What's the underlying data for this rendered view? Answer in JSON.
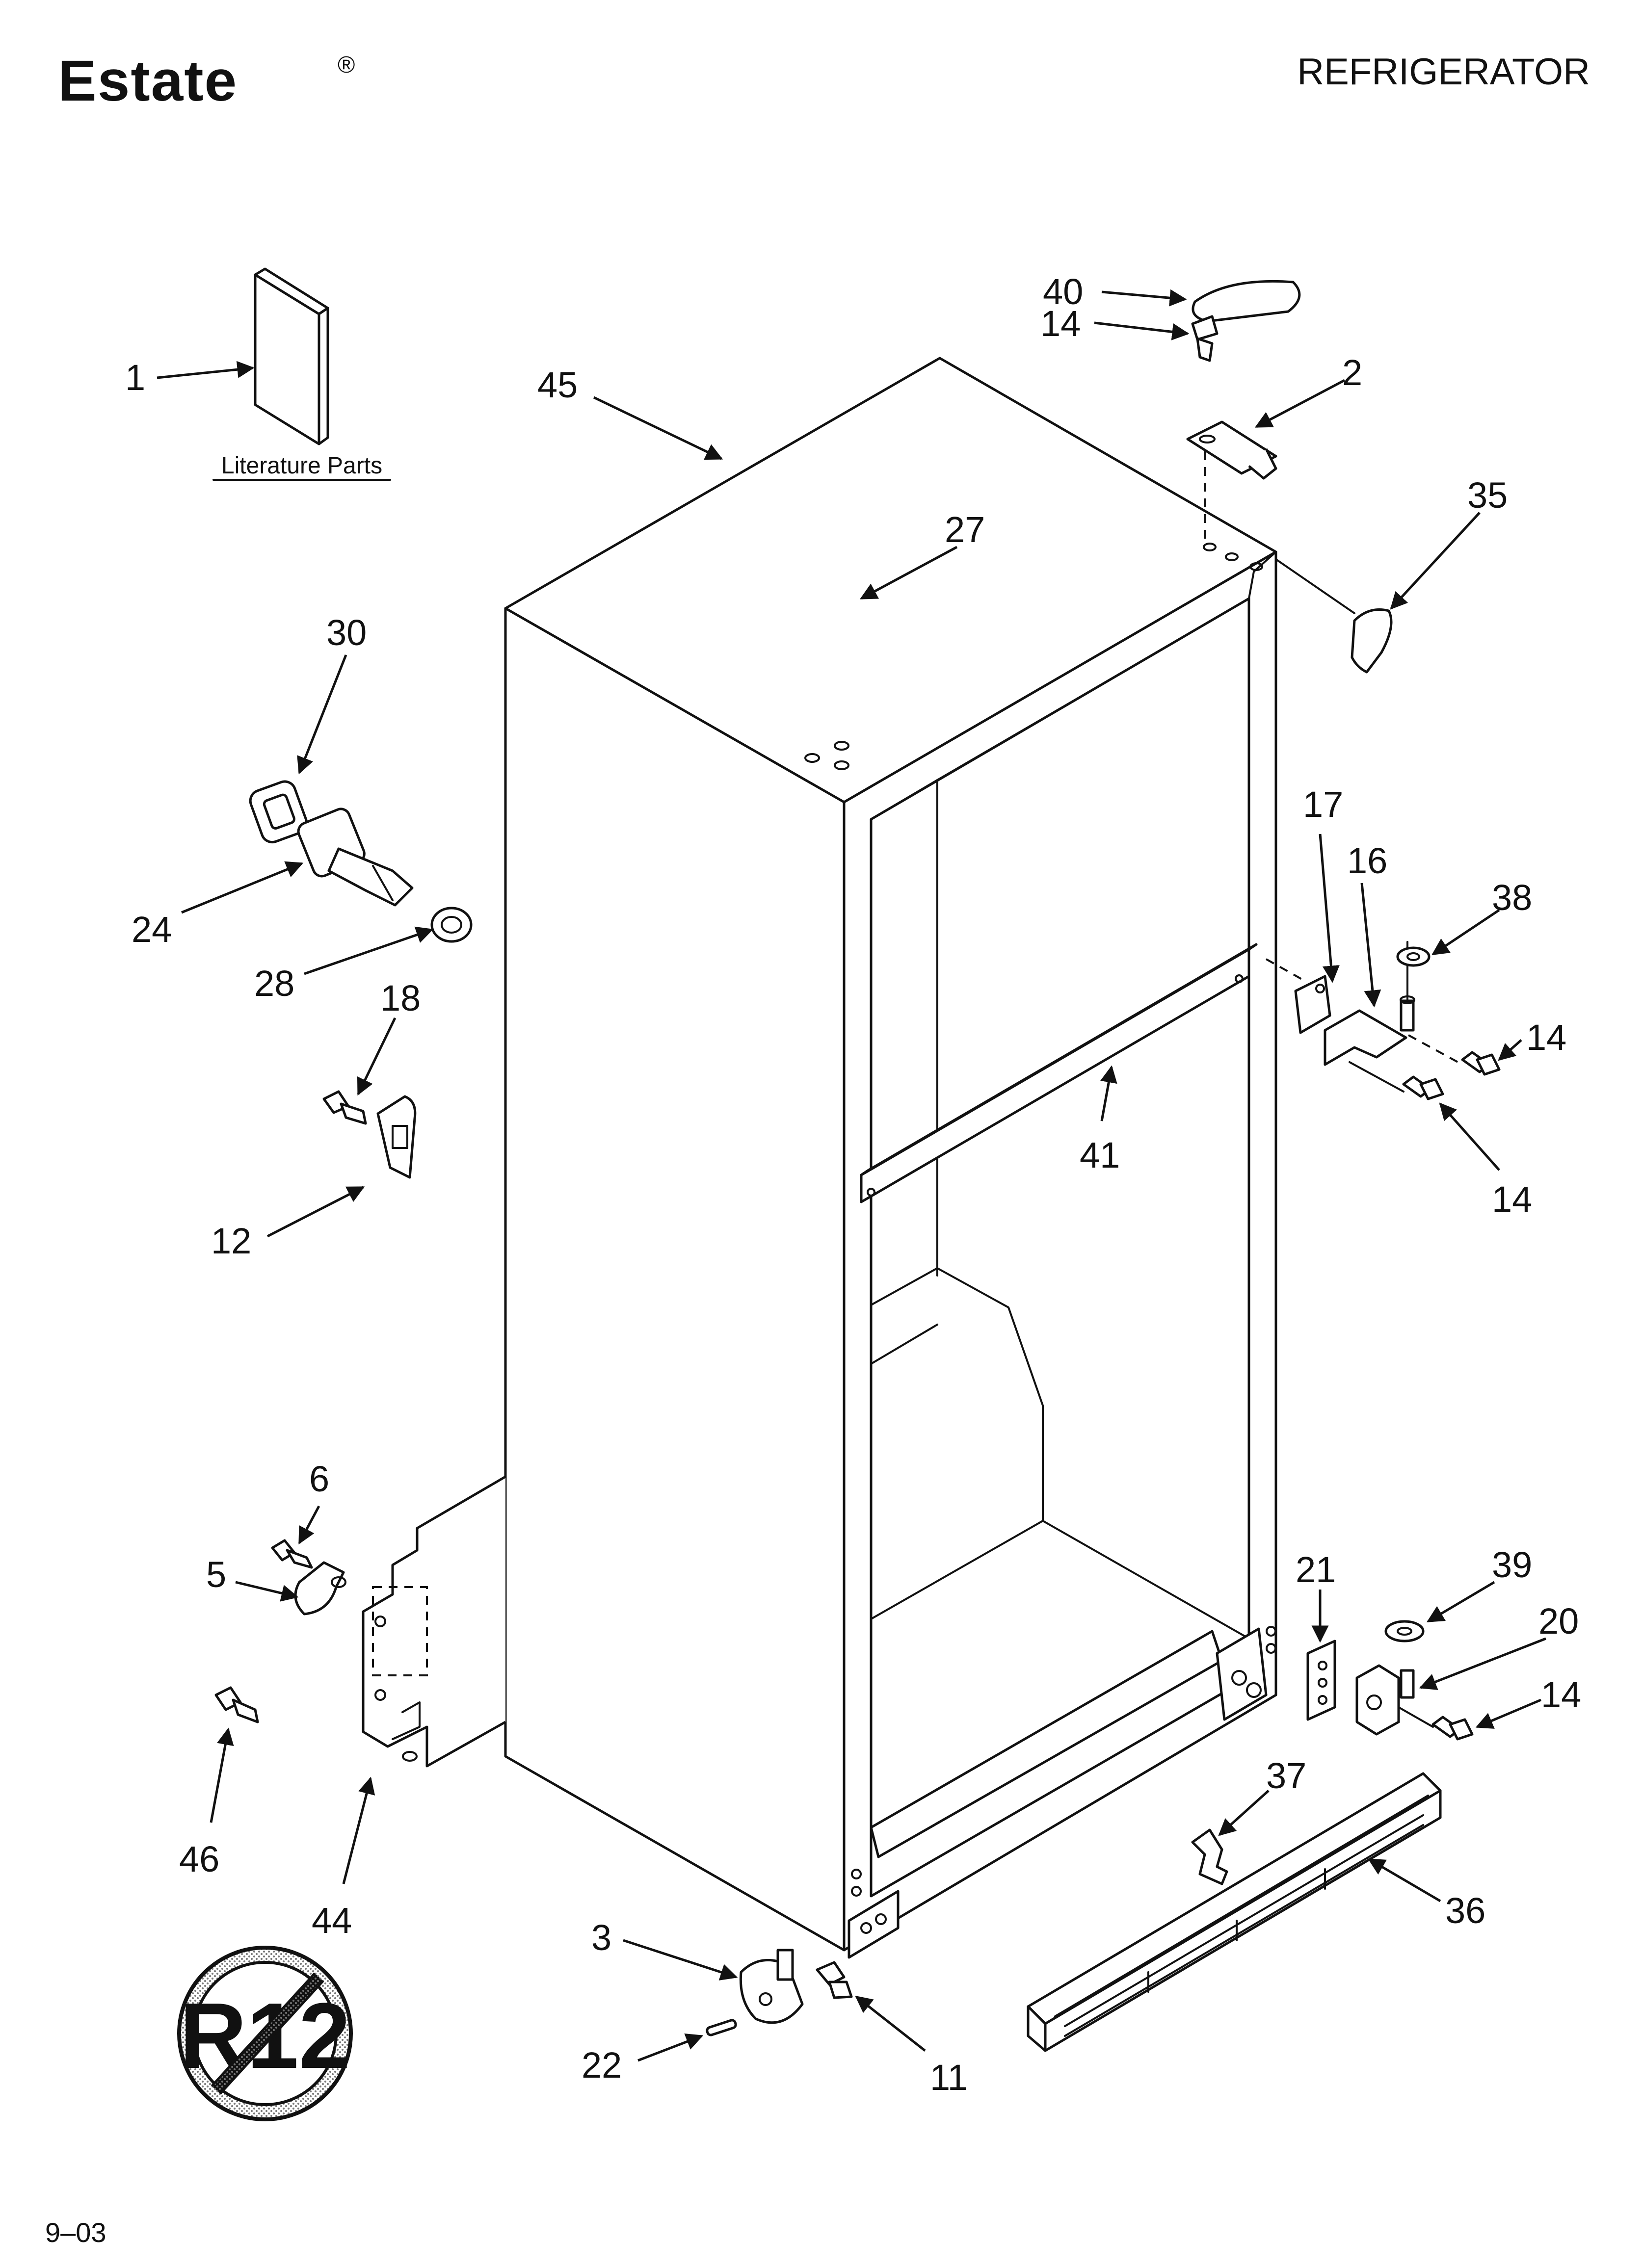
{
  "header": {
    "brand": "Estate",
    "brand_mark": "®",
    "title": "REFRIGERATOR"
  },
  "literature": {
    "label": "Literature Parts"
  },
  "badge": {
    "text": "R12"
  },
  "footer": {
    "code": "9–03"
  },
  "callouts": [
    {
      "label": "1"
    },
    {
      "label": "45"
    },
    {
      "label": "40"
    },
    {
      "label": "14"
    },
    {
      "label": "2"
    },
    {
      "label": "35"
    },
    {
      "label": "27"
    },
    {
      "label": "30"
    },
    {
      "label": "24"
    },
    {
      "label": "28"
    },
    {
      "label": "18"
    },
    {
      "label": "12"
    },
    {
      "label": "17"
    },
    {
      "label": "16"
    },
    {
      "label": "38"
    },
    {
      "label": "14"
    },
    {
      "label": "14"
    },
    {
      "label": "41"
    },
    {
      "label": "6"
    },
    {
      "label": "5"
    },
    {
      "label": "46"
    },
    {
      "label": "44"
    },
    {
      "label": "21"
    },
    {
      "label": "39"
    },
    {
      "label": "20"
    },
    {
      "label": "14"
    },
    {
      "label": "37"
    },
    {
      "label": "36"
    },
    {
      "label": "3"
    },
    {
      "label": "22"
    },
    {
      "label": "11"
    }
  ],
  "colors": {
    "ink": "#111111",
    "paper": "#ffffff"
  }
}
